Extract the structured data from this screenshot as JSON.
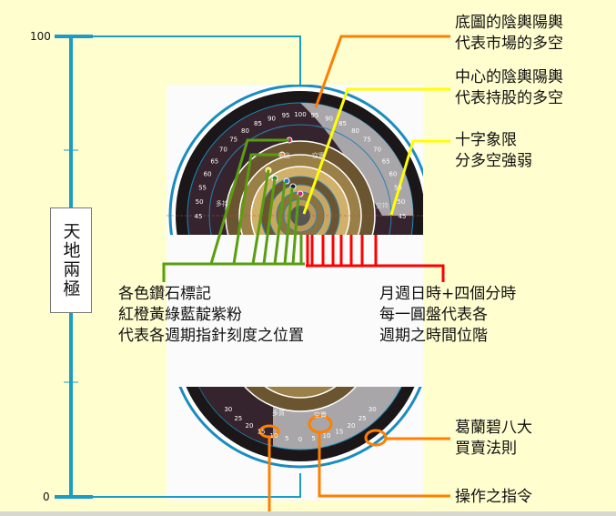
{
  "axis": {
    "top_value": "100",
    "bottom_value": "0",
    "box_label": "天地兩極"
  },
  "annotations": {
    "base_map": [
      "底圖的陰輿陽輿",
      "代表市場的多空"
    ],
    "center": [
      "中心的陰輿陽輿",
      "代表持股的多空"
    ],
    "quadrant": [
      "十字象限",
      "分多空強弱"
    ],
    "gems": [
      "各色鑽石標記",
      "紅橙黃綠藍靛紫粉",
      "代表各週期指針刻度之位置"
    ],
    "cycles": [
      "月週日時+四個分時",
      "每一圓盤代表各",
      "週期之時間位階"
    ],
    "granville": [
      "葛蘭碧八大",
      "買賣法則"
    ],
    "command": "操作之指令"
  },
  "dial": {
    "top_scale_left": [
      "45",
      "50",
      "55",
      "60",
      "65",
      "70",
      "75",
      "80",
      "85",
      "90",
      "95",
      "100"
    ],
    "top_scale_right": [
      "95",
      "90",
      "85",
      "80",
      "75",
      "70",
      "65",
      "60",
      "55",
      "50",
      "45"
    ],
    "top_tags": [
      "多出",
      "空實",
      "多持",
      "空持"
    ],
    "bottom_scale": [
      "30",
      "25",
      "20",
      "15",
      "10",
      "5",
      "0",
      "5",
      "10",
      "15",
      "20",
      "25",
      "30"
    ],
    "bottom_tags": [
      "多買",
      "空賣"
    ]
  },
  "colors": {
    "axis": "#1a9cc4",
    "orange": "#ff7f00",
    "yellow": "#ffff00",
    "green": "#5a9e10",
    "red": "#ff0000",
    "dial_dark": "#2c2028",
    "dial_gray": "#a8a6a8",
    "ring_brown": "#6b5530",
    "ring_tan": "#c9a760"
  }
}
